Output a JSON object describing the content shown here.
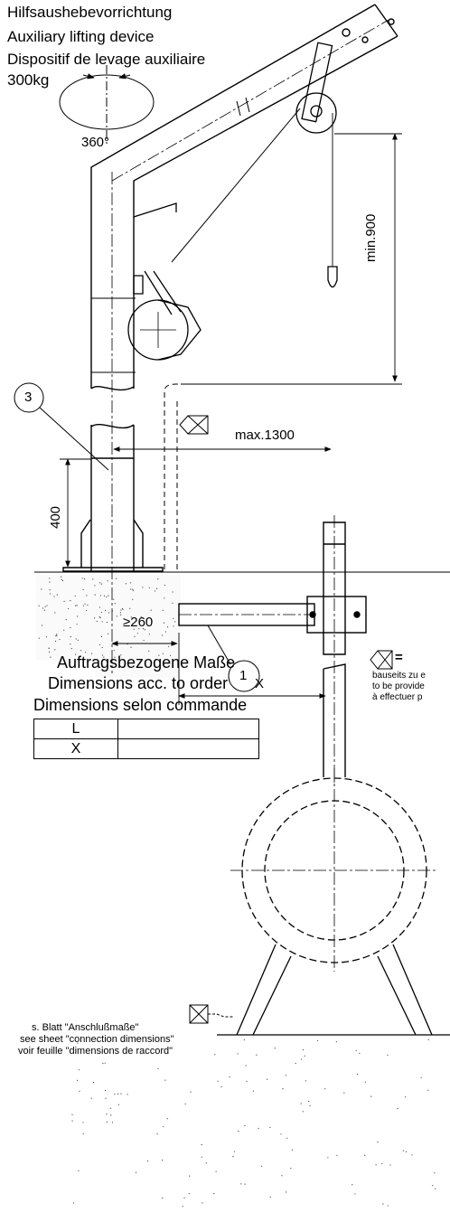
{
  "title": {
    "de": "Hilfsaushebevorrichtung",
    "en": "Auxiliary lifting device",
    "fr": "Dispositif de levage auxiliaire",
    "capacity": "300kg"
  },
  "rotation_label": "360°",
  "dimensions": {
    "min_height": "min.900",
    "max_reach": "max.1300",
    "base_height": "400",
    "min_distance": "≥260",
    "x_label": "X"
  },
  "callouts": {
    "item3": "3",
    "item1": "1"
  },
  "legend": {
    "symbol_equals": "=",
    "de": "bauseits zu e",
    "en": "to be provide",
    "fr": "à effectuer p"
  },
  "order_dims": {
    "de": "Auftragsbezogene Maße",
    "en": "Dimensions acc. to order",
    "fr": "Dimensions selon commande",
    "rows": [
      {
        "key": "L",
        "value": ""
      },
      {
        "key": "X",
        "value": ""
      }
    ]
  },
  "connection_note": {
    "de": "s. Blatt \"Anschlußmaße\"",
    "en": "see sheet \"connection dimensions\"",
    "fr": "voir feuille \"dimensions de raccord\""
  }
}
